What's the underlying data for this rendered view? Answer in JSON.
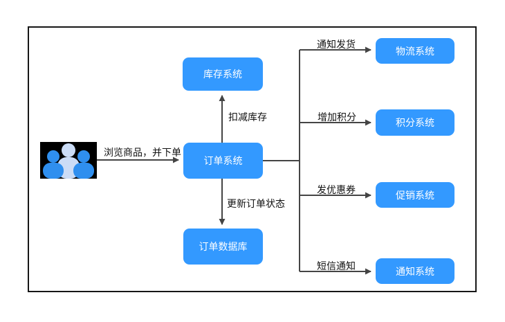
{
  "diagram": {
    "nodes": {
      "inventory": {
        "label": "库存系统"
      },
      "order": {
        "label": "订单系统"
      },
      "order_db": {
        "label": "订单数据库"
      },
      "logistics": {
        "label": "物流系统"
      },
      "points": {
        "label": "积分系统"
      },
      "promotion": {
        "label": "促销系统"
      },
      "notification": {
        "label": "通知系统"
      }
    },
    "edges": {
      "browse": {
        "label": "浏览商品，并下单",
        "from": "customer",
        "to": "order"
      },
      "deduct": {
        "label": "扣减库存",
        "from": "order",
        "to": "inventory"
      },
      "update": {
        "label": "更新订单状态",
        "from": "order",
        "to": "order_db"
      },
      "ship": {
        "label": "通知发货",
        "from": "order",
        "to": "logistics"
      },
      "add_points": {
        "label": "增加积分",
        "from": "order",
        "to": "points"
      },
      "coupon": {
        "label": "发优惠券",
        "from": "order",
        "to": "promotion"
      },
      "sms": {
        "label": "短信通知",
        "from": "order",
        "to": "notification"
      }
    },
    "colors": {
      "node_fill": "#3399FF",
      "node_text": "#FFFFFF",
      "line": "#444444",
      "frame_border": "#161616",
      "actor_background": "#000000",
      "actor_front_person": "#2F8FEF",
      "actor_back_person": "#CBDCF6"
    }
  }
}
